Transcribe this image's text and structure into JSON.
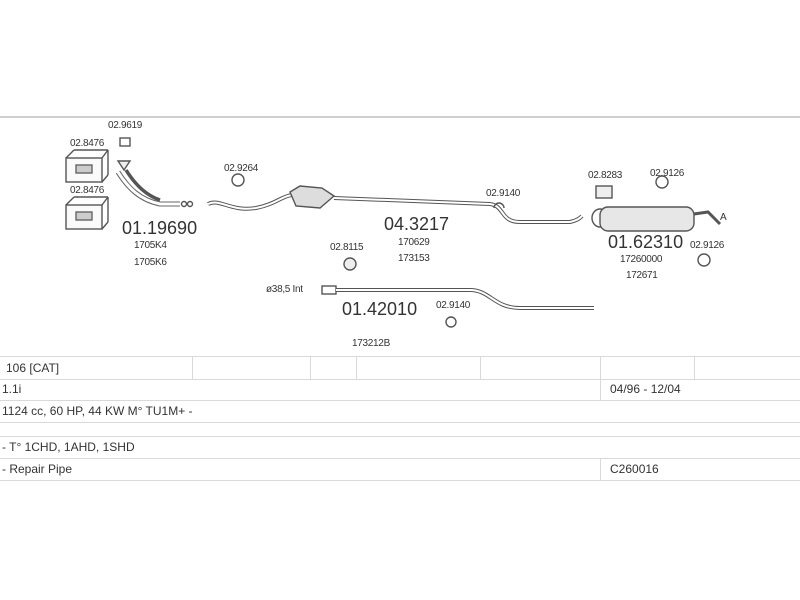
{
  "diagram": {
    "labels": [
      {
        "id": "clamp-a",
        "text": "02.9619"
      },
      {
        "id": "gasket-top",
        "text": "02.8476"
      },
      {
        "id": "gasket-bottom",
        "text": "02.8476"
      },
      {
        "id": "part-front",
        "text": "01.19690"
      },
      {
        "id": "oem-front-1",
        "text": "1705K4"
      },
      {
        "id": "oem-front-2",
        "text": "1705K6"
      },
      {
        "id": "mount-cat",
        "text": "02.9264"
      },
      {
        "id": "part-mid",
        "text": "04.3217"
      },
      {
        "id": "oem-mid-1",
        "text": "170629"
      },
      {
        "id": "oem-mid-2",
        "text": "173153"
      },
      {
        "id": "mount-mid",
        "text": "02.9140"
      },
      {
        "id": "clamp-b",
        "text": "02.8115"
      },
      {
        "id": "pipe-dia",
        "text": "ø38,5  Int"
      },
      {
        "id": "part-repair",
        "text": "01.42010"
      },
      {
        "id": "mount-repair",
        "text": "02.9140"
      },
      {
        "id": "oem-repair",
        "text": "173212B"
      },
      {
        "id": "clamp-rear",
        "text": "02.8283"
      },
      {
        "id": "mount-rear-top",
        "text": "02.9126"
      },
      {
        "id": "part-rear",
        "text": "01.62310"
      },
      {
        "id": "mount-rear-bottom",
        "text": "02.9126"
      },
      {
        "id": "oem-rear-1",
        "text": "17260000"
      },
      {
        "id": "oem-rear-2",
        "text": "172671"
      },
      {
        "id": "end-marker",
        "text": "A"
      }
    ]
  },
  "table": {
    "model": "106  [CAT]",
    "engine": "1.1i",
    "years": "04/96 - 12/04",
    "spec": "1124 cc, 60 HP, 44 KW M° TU1M+ -",
    "types": "- T° 1CHD, 1AHD, 1SHD",
    "note": "- Repair Pipe",
    "code": "C260016"
  }
}
